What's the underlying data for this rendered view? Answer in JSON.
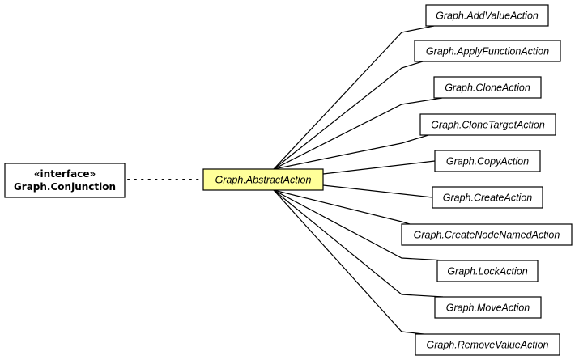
{
  "interface_node": {
    "stereotype": "«interface»",
    "name": "Graph.Conjunction"
  },
  "center_node": {
    "name": "Graph.AbstractAction",
    "fill_color": "#ffff99"
  },
  "subclasses": [
    "Graph.AddValueAction",
    "Graph.ApplyFunctionAction",
    "Graph.CloneAction",
    "Graph.CloneTargetAction",
    "Graph.CopyAction",
    "Graph.CreateAction",
    "Graph.CreateNodeNamedAction",
    "Graph.LockAction",
    "Graph.MoveAction",
    "Graph.RemoveValueAction"
  ]
}
